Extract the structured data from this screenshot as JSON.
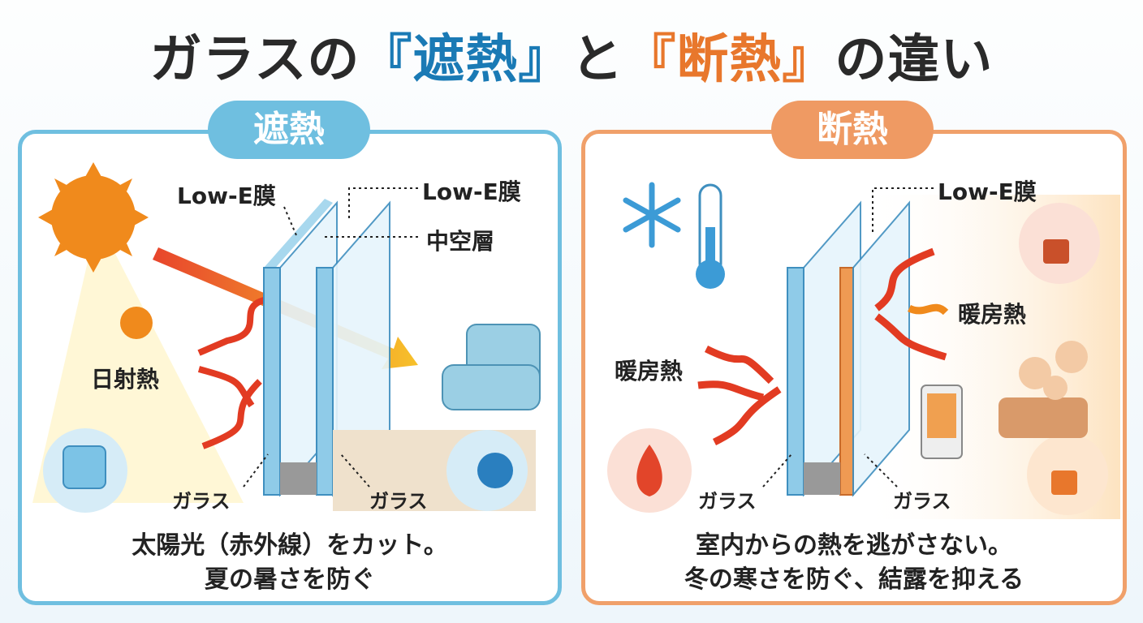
{
  "title": {
    "prefix": "ガラスの",
    "shanetsu": "『遮熱』",
    "middle": "と",
    "dannetsu": "『断熱』",
    "suffix": "の違い"
  },
  "left": {
    "badge": "遮熱",
    "labels": {
      "lowe_1": "Low-E膜",
      "lowe_2": "Low-E膜",
      "air_layer": "中空層",
      "solar_heat": "日射熱",
      "glass_1": "ガラス",
      "glass_2": "ガラス"
    },
    "caption_line1": "太陽光（赤外線）をカット。",
    "caption_line2": "夏の暑さを防ぐ"
  },
  "right": {
    "badge": "断熱",
    "labels": {
      "lowe": "Low-E膜",
      "heating_heat_in": "暖房熱",
      "heating_heat_out": "暖房熱",
      "glass_1": "ガラス",
      "glass_2": "ガラス"
    },
    "caption_line1": "室内からの熱を逃がさない。",
    "caption_line2": "冬の寒さを防ぐ、結露を抑える"
  },
  "colors": {
    "blue": "#1a7ab5",
    "light_blue": "#6fbfe0",
    "orange": "#e8772c",
    "light_orange": "#ef9a63"
  }
}
